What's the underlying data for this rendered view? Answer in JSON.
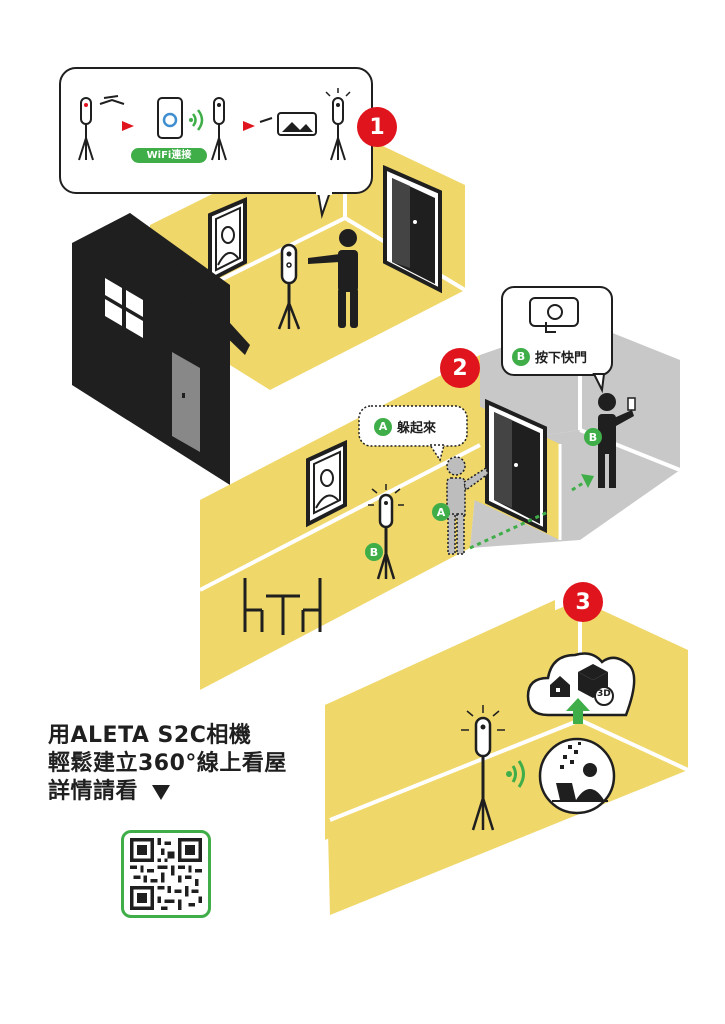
{
  "headline": {
    "line1": "用ALETA S2C相機",
    "line2": "輕鬆建立360°線上看屋",
    "line3": "詳情請看"
  },
  "steps": [
    {
      "number": "1",
      "wifi_label": "WiFi連接"
    },
    {
      "number": "2",
      "hide_tag": "A",
      "hide_label": "躲起來",
      "shutter_tag": "B",
      "shutter_label": "按下快門"
    },
    {
      "number": "3",
      "cube_label": "3D"
    }
  ],
  "colors": {
    "room_yellow": "#efd76a",
    "room_gray": "#c8c8c8",
    "accent_green": "#3fae49",
    "badge_red": "#e0141d",
    "house_black": "#1f1f1f"
  },
  "icons": [
    "house-icon",
    "camera-tripod-icon",
    "phone-icon",
    "wifi-icon",
    "panorama-icon",
    "cloud-icon",
    "cube-3d-icon",
    "laptop-user-icon",
    "qr-code-icon",
    "down-triangle-icon"
  ]
}
